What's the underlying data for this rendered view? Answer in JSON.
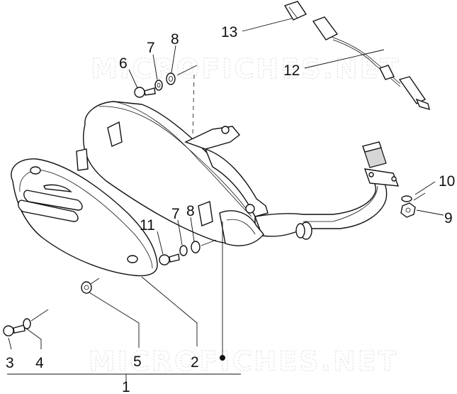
{
  "watermark": {
    "text_top": "MICROFICHES.NET",
    "text_bottom": "MICROFICHES.NET"
  },
  "callouts": [
    {
      "id": "c1",
      "text": "1"
    },
    {
      "id": "c2",
      "text": "2"
    },
    {
      "id": "c3",
      "text": "3"
    },
    {
      "id": "c4",
      "text": "4"
    },
    {
      "id": "c5",
      "text": "5"
    },
    {
      "id": "c6",
      "text": "6"
    },
    {
      "id": "c7a",
      "text": "7"
    },
    {
      "id": "c8a",
      "text": "8"
    },
    {
      "id": "c7b",
      "text": "7"
    },
    {
      "id": "c8b",
      "text": "8"
    },
    {
      "id": "c9",
      "text": "9"
    },
    {
      "id": "c10",
      "text": "10"
    },
    {
      "id": "c11",
      "text": "11"
    },
    {
      "id": "c12",
      "text": "12"
    },
    {
      "id": "c13",
      "text": "13"
    }
  ]
}
